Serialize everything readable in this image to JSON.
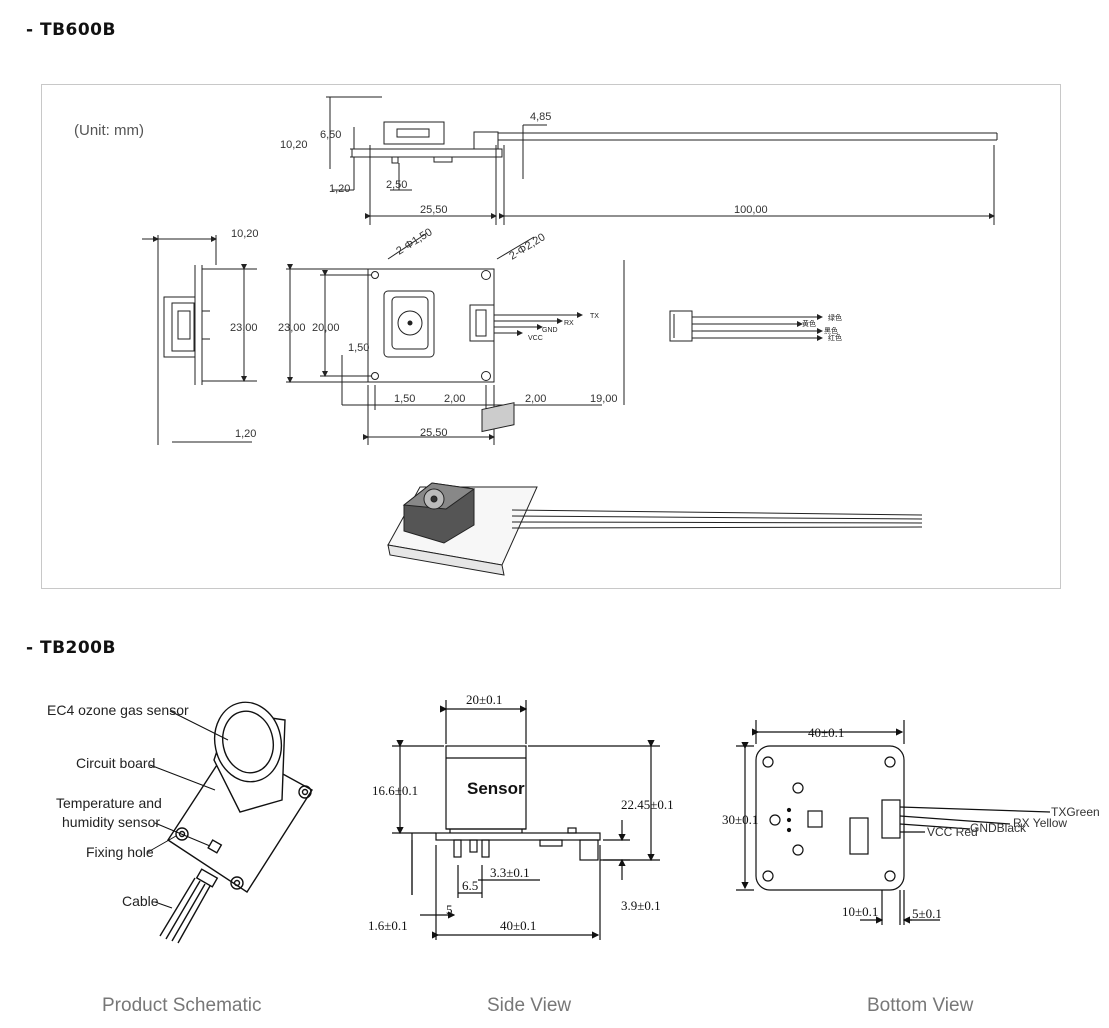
{
  "tb600b": {
    "heading": "- TB600B",
    "unit": "(Unit: mm)",
    "dims": {
      "h1020_top": "10,20",
      "h650": "6,50",
      "h485": "4,85",
      "h120_top": "1,20",
      "h250": "2,50",
      "w2550_top": "25,50",
      "w10000": "100,00",
      "w1020_left": "10,20",
      "h2300_left": "23,00",
      "w120_left": "1,20",
      "hole_small": "2-Φ1,50",
      "hole_large": "2-Φ2,20",
      "h2300": "23,00",
      "h2000": "20,00",
      "h150": "1,50",
      "w150": "1,50",
      "w200a": "2,00",
      "w200b": "2,00",
      "w1900": "19,00",
      "w2550_bottom": "25,50"
    },
    "pins": {
      "tx": "TX",
      "rx": "RX",
      "gnd": "GND",
      "vcc": "VCC"
    },
    "wires": {
      "green": "绿色",
      "yellow": "黄色",
      "black": "黑色",
      "red": "红色"
    }
  },
  "tb200b": {
    "heading": "- TB200B",
    "labels": {
      "sensor": "EC4 ozone gas sensor",
      "board": "Circuit board",
      "temp1": "Temperature and",
      "temp2": "humidity sensor",
      "hole": "Fixing hole",
      "cable": "Cable"
    },
    "side": {
      "top_width": "20±0.1",
      "sensor_label": "Sensor",
      "height_sensor": "16.6±0.1",
      "height_total": "22.45±0.1",
      "pin_gap": "3.3±0.1",
      "pin_offset": "6.5",
      "edge": "5",
      "board_thk": "1.6±0.1",
      "width": "40±0.1",
      "conn_h": "3.9±0.1"
    },
    "bottom": {
      "width": "40±0.1",
      "height": "30±0.1",
      "off_a": "10±0.1",
      "off_b": "5±0.1",
      "tx": "TXGreen",
      "rx": "RX Yellow",
      "gnd": "GNDBlack",
      "vcc": "VCC Red"
    },
    "captions": {
      "schematic": "Product Schematic",
      "side": "Side View",
      "bottom": "Bottom View"
    }
  }
}
